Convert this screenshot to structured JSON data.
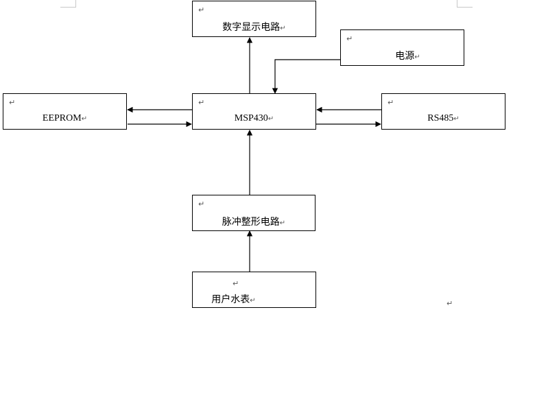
{
  "blocks": {
    "display": "数字显示电路",
    "power": "电源",
    "eeprom": "EEPROM",
    "mcu": "MSP430",
    "rs485": "RS485",
    "pulse": "脉冲整形电路",
    "meter": "用户水表"
  },
  "marks": {
    "para": "↵"
  }
}
